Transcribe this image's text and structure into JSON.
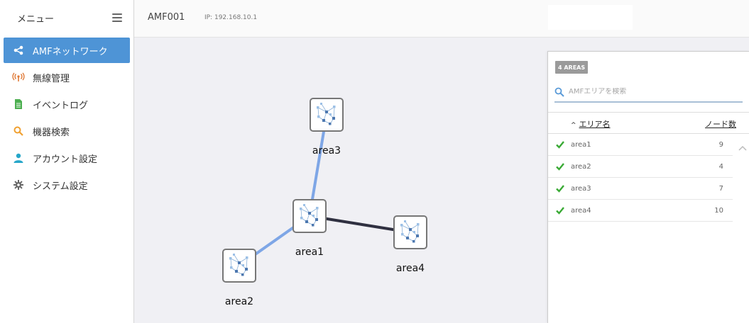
{
  "sidebar": {
    "title": "メニュー",
    "items": [
      {
        "label": "AMFネットワーク",
        "icon": "share-icon",
        "active": true,
        "icon_color": "#ffffff"
      },
      {
        "label": "無線管理",
        "icon": "wireless-icon",
        "active": false,
        "icon_color": "#e07b39"
      },
      {
        "label": "イベントログ",
        "icon": "document-icon",
        "active": false,
        "icon_color": "#4caf50"
      },
      {
        "label": "機器検索",
        "icon": "search-icon",
        "active": false,
        "icon_color": "#f0a030"
      },
      {
        "label": "アカウント設定",
        "icon": "user-icon",
        "active": false,
        "icon_color": "#26a6c9"
      },
      {
        "label": "システム設定",
        "icon": "gear-icon",
        "active": false,
        "icon_color": "#666666"
      }
    ]
  },
  "header": {
    "title": "AMF001",
    "ip": "IP: 192.168.10.1"
  },
  "topology": {
    "nodes": [
      {
        "id": "area3",
        "label": "area3"
      },
      {
        "id": "area1",
        "label": "area1"
      },
      {
        "id": "area2",
        "label": "area2"
      },
      {
        "id": "area4",
        "label": "area4"
      }
    ],
    "links": [
      {
        "from": "area1",
        "to": "area3",
        "color": "#7ea6e6"
      },
      {
        "from": "area1",
        "to": "area2",
        "color": "#7ea6e6"
      },
      {
        "from": "area1",
        "to": "area4",
        "color": "#2f3040"
      }
    ]
  },
  "panel": {
    "badge": "4 AREAS",
    "search_placeholder": "AMFエリアを検索",
    "col_name": "エリア名",
    "col_count": "ノード数",
    "rows": [
      {
        "name": "area1",
        "count": "9"
      },
      {
        "name": "area2",
        "count": "4"
      },
      {
        "name": "area3",
        "count": "7"
      },
      {
        "name": "area4",
        "count": "10"
      }
    ]
  },
  "colors": {
    "accent": "#4e94d6",
    "check": "#3aaa35"
  }
}
